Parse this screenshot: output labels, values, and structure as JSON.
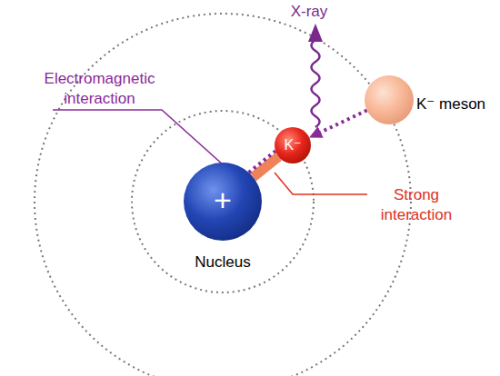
{
  "diagram": {
    "nodes": [
      {
        "text": [
          "+",
          "Nucleus"
        ]
      },
      {
        "text": [
          "K⁻"
        ]
      },
      {
        "text": [
          "K⁻ meson"
        ]
      }
    ],
    "edges": [
      {
        "from": 0,
        "to": 1,
        "arrow": "none"
      },
      {
        "from": 0,
        "to": 1,
        "arrow": "none"
      },
      {
        "from": 2,
        "to": 1,
        "arrow": "to"
      }
    ],
    "labels": [
      "X-ray",
      "Electromagnetic interaction",
      "Strong interaction"
    ]
  }
}
